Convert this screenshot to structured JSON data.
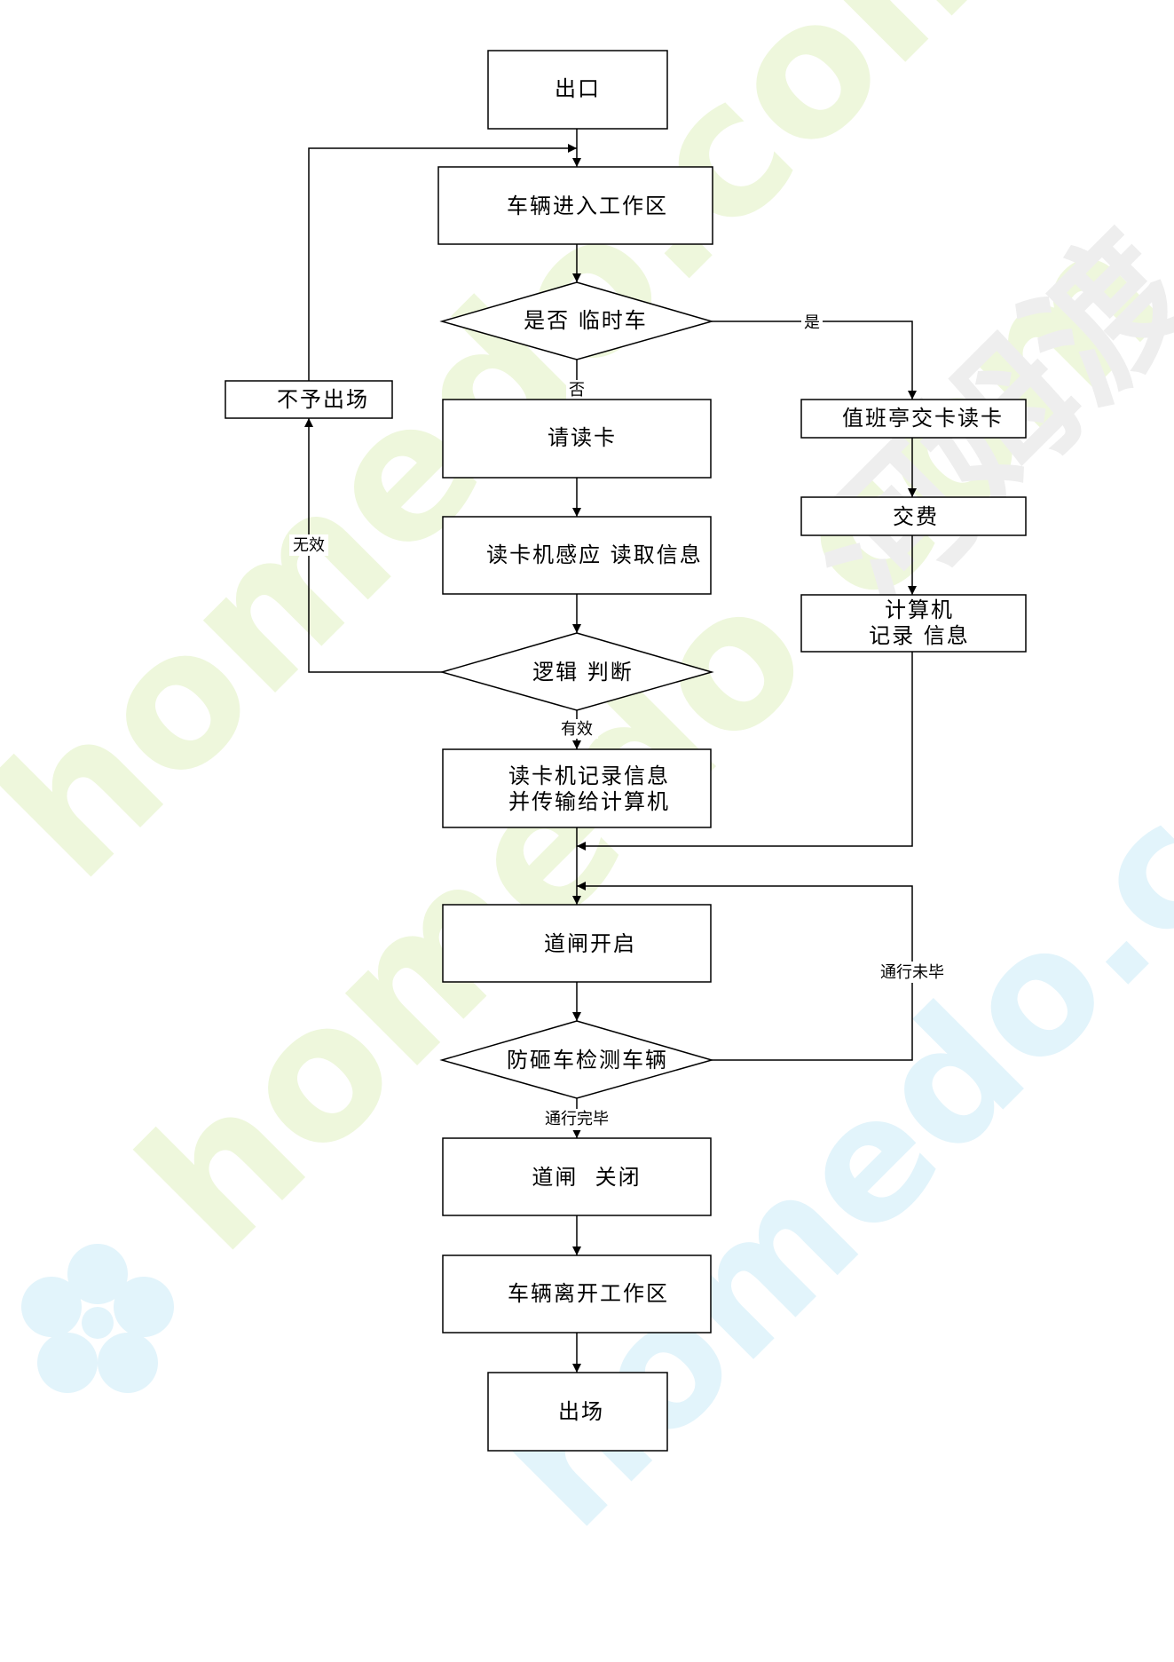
{
  "nodes": {
    "exit_start": "出口",
    "enter_zone": "车辆进入工作区",
    "is_temp": "是否 临时车",
    "read_card": "请读卡",
    "reader_sense": "读卡机感应 读取信息",
    "logic_judge": "逻辑 判断",
    "record_send_1": "读卡机记录信息",
    "record_send_2": "并传输给计算机",
    "gate_open": "道闸开启",
    "anti_smash": "防砸车检测车辆",
    "gate_close": "道闸  关闭",
    "leave_zone": "车辆离开工作区",
    "exit_end": "出场",
    "deny_exit": "不予出场",
    "booth_card": "值班亭交卡读卡",
    "pay_fee": "交费",
    "computer_1": "计算机",
    "computer_2": "记录 信息"
  },
  "edges": {
    "yes": "是",
    "no": "否",
    "invalid": "无效",
    "valid": "有效",
    "not_done": "通行未毕",
    "done": "通行完毕"
  },
  "watermark": {
    "text": "homedo.com",
    "brand": "河姆渡",
    "color_green": "#eef7dc",
    "color_blue": "#e2f4fb",
    "color_gray": "#eeeeee"
  }
}
